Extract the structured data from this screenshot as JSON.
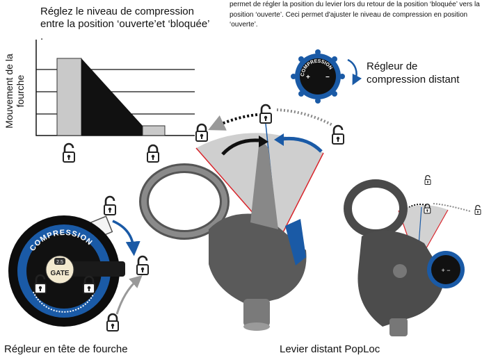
{
  "chart_title": "Réglez le niveau de compression entre la position ‘ouverte’et ‘bloquée’ .",
  "top_note": "permet de régler la position du levier lors du retour de la position ‘bloquée’ vers la position ‘ouverte’. Ceci permet d'ajuster le niveau de compression en position ‘ouverte’.",
  "y_axis_label": "Mouvement de la fourche",
  "remote_adjuster_label": "Régleur de compression distant",
  "dial_ring_text": "COMPRESSION",
  "mini_dial_text": "COMPRESSION",
  "gate_text": "GATE",
  "gate_badge": "2.5",
  "caption_left": "Régleur en tête de fourche",
  "caption_right": "Levier distant PopLoc",
  "colors": {
    "blue": "#1a5aa6",
    "gray": "#c9c9c9",
    "dark": "#3c3c3c",
    "red": "#d9242b"
  },
  "icons": [
    "lock-open-icon",
    "lock-closed-icon",
    "arrow-icon"
  ]
}
